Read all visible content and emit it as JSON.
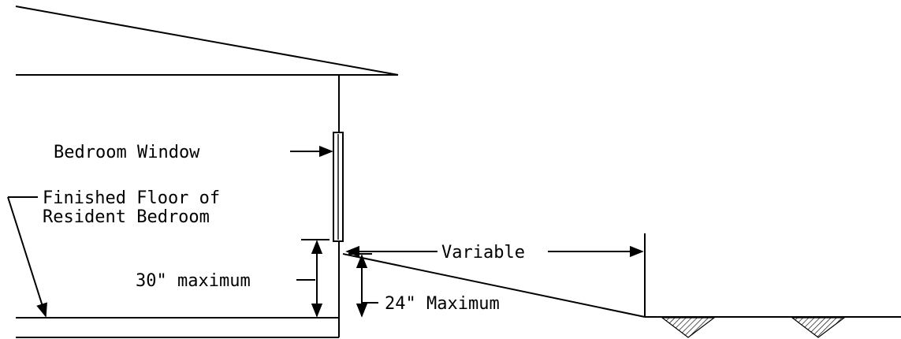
{
  "labels": {
    "bedroom_window": "Bedroom Window",
    "finished_floor_line1": "Finished Floor of",
    "finished_floor_line2": "Resident Bedroom",
    "variable": "Variable",
    "thirty_max": "30\" maximum",
    "twentyfour_max": "24\" Maximum"
  },
  "colors": {
    "line": "#000000",
    "background": "#ffffff"
  }
}
